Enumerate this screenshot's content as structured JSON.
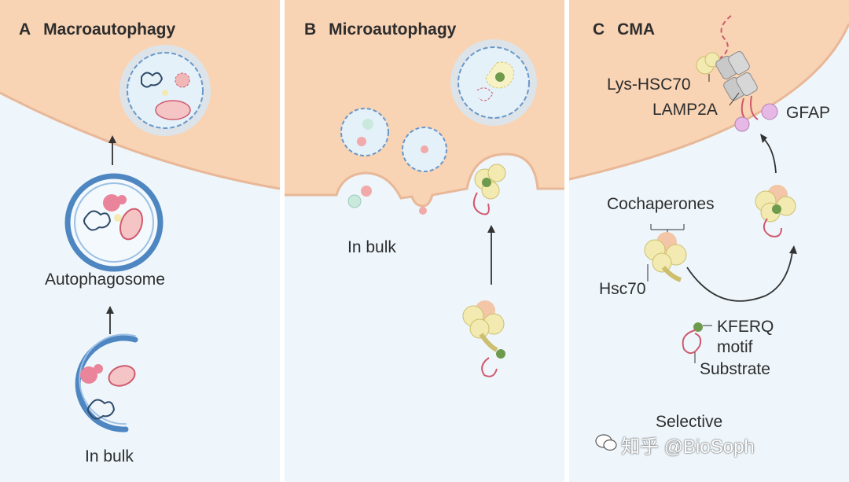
{
  "panels": {
    "a": {
      "letter": "A",
      "title": "Macroautophagy",
      "label_autophagosome": "Autophagosome",
      "label_bulk": "In bulk"
    },
    "b": {
      "letter": "B",
      "title": "Microautophagy",
      "label_bulk": "In bulk"
    },
    "c": {
      "letter": "C",
      "title": "CMA",
      "label_lys_hsc70": "Lys-HSC70",
      "label_lamp2a": "LAMP2A",
      "label_gfap": "GFAP",
      "label_cochaperones": "Cochaperones",
      "label_hsc70": "Hsc70",
      "label_kferq": "KFERQ",
      "label_motif": "motif",
      "label_substrate": "Substrate",
      "label_selective": "Selective"
    }
  },
  "watermark": "知乎 @BioSoph",
  "colors": {
    "cytoplasm": "#eef6fb",
    "lysosome_lumen": "#f8d3b4",
    "membrane_blue": "#4e86c2",
    "substrate_red": "#cf5a6e",
    "chaperone_yellow": "#f2eab0",
    "kferq_green": "#6d9a4c"
  }
}
